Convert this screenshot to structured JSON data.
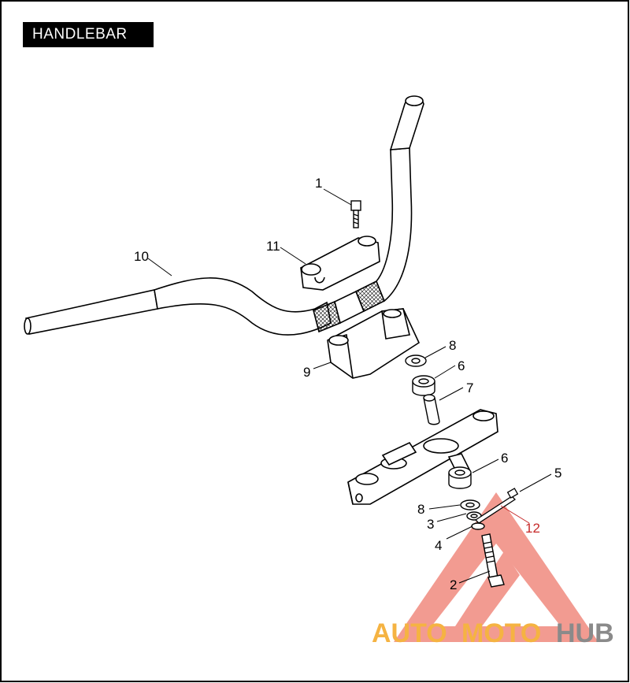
{
  "title": "HANDLEBAR",
  "callouts": {
    "c1": "1",
    "c2": "2",
    "c3": "3",
    "c4": "4",
    "c5": "5",
    "c6a": "6",
    "c6b": "6",
    "c7": "7",
    "c8a": "8",
    "c8b": "8",
    "c9": "9",
    "c10": "10",
    "c11": "11",
    "c12": "12"
  },
  "watermark": {
    "part1": "AUTO",
    "part2": "MOTO",
    "part3": "HUB"
  },
  "colors": {
    "watermark_orange": "#f5b342",
    "watermark_red": "#e84b3a",
    "watermark_gray": "#8a8a8a",
    "callout_red": "#c62828"
  }
}
